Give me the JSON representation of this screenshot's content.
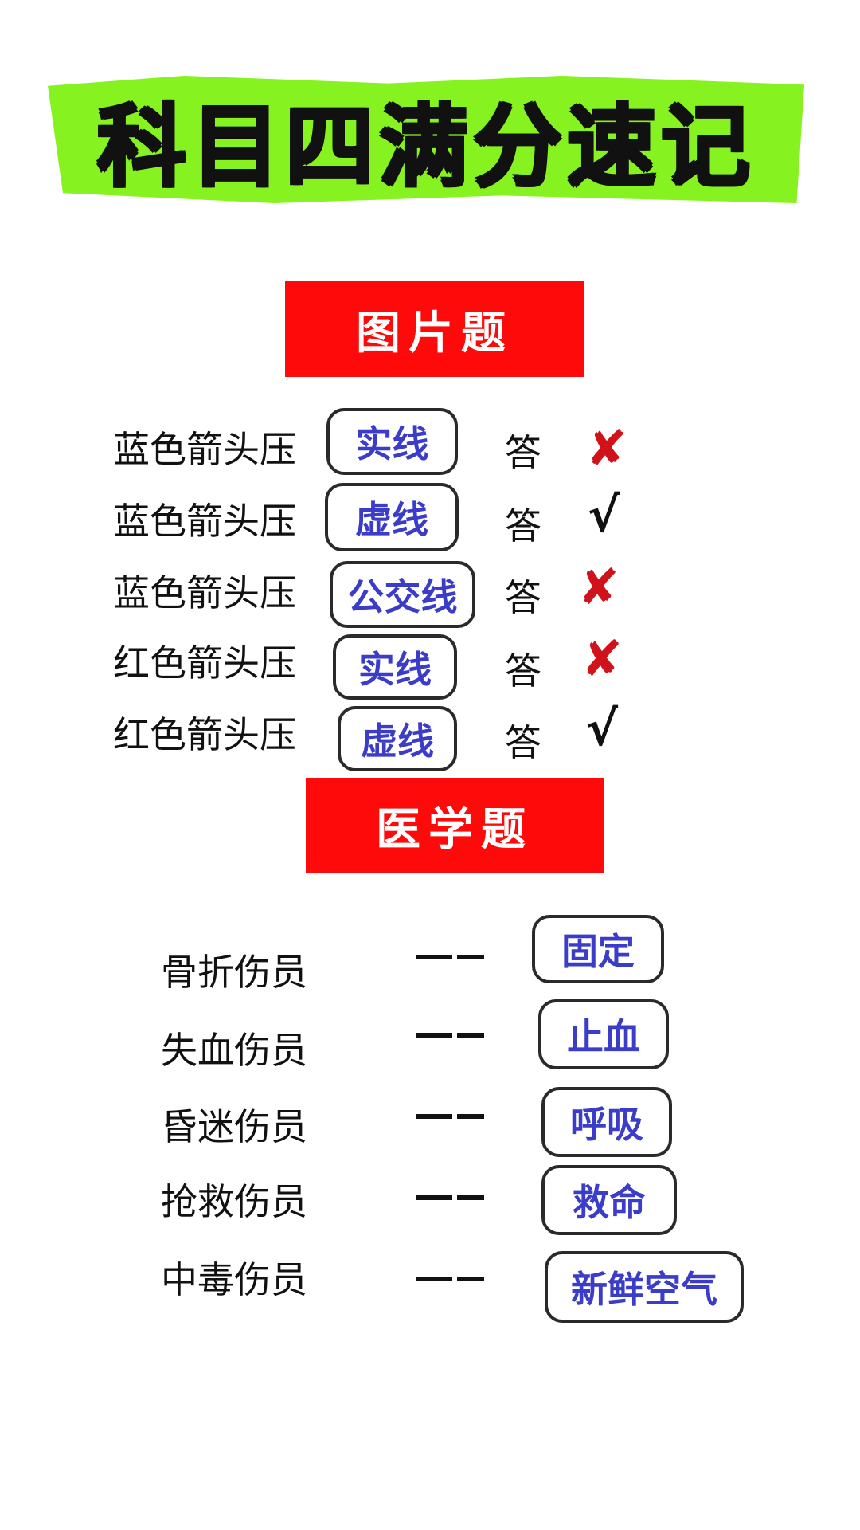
{
  "title": "科目四满分速记",
  "colors": {
    "title_banner": "#86f21f",
    "section_header": "#fe0a0a",
    "answer_text": "#3b3cc8",
    "cross_mark": "#d0121b"
  },
  "picture_section": {
    "header": "图片题",
    "answer_word": "答",
    "rows": [
      {
        "label": "蓝色箭头压",
        "answer": "实线",
        "mark": "✘",
        "mark_icon": "cross-icon"
      },
      {
        "label": "蓝色箭头压",
        "answer": "虚线",
        "mark": "√",
        "mark_icon": "check-icon"
      },
      {
        "label": "蓝色箭头压",
        "answer": "公交线",
        "mark": "✘",
        "mark_icon": "cross-icon"
      },
      {
        "label": "红色箭头压",
        "answer": "实线",
        "mark": "✘",
        "mark_icon": "cross-icon"
      },
      {
        "label": "红色箭头压",
        "answer": "虚线",
        "mark": "√",
        "mark_icon": "check-icon"
      }
    ]
  },
  "medical_section": {
    "header": "医学题",
    "rows": [
      {
        "label": "骨折伤员",
        "answer": "固定"
      },
      {
        "label": "失血伤员",
        "answer": "止血"
      },
      {
        "label": "昏迷伤员",
        "answer": "呼吸"
      },
      {
        "label": "抢救伤员",
        "answer": "救命"
      },
      {
        "label": "中毒伤员",
        "answer": "新鲜空气"
      }
    ]
  }
}
